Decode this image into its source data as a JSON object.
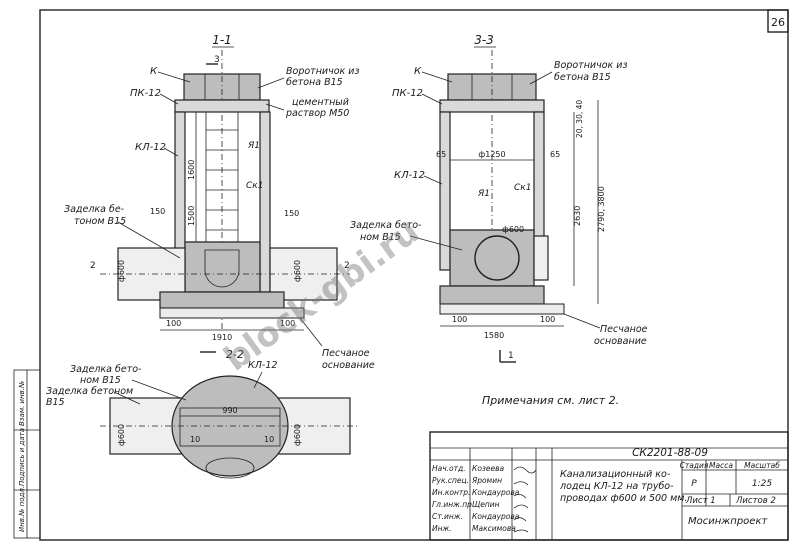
{
  "sheet": {
    "number": "26",
    "drawing_code": "СК2201-88-09",
    "title_lines": [
      "Канализационный ко-",
      "лодец КЛ-12 на трубо-",
      "проводах ф600 и 500 мм."
    ],
    "headers": {
      "stage": "Стадия",
      "mass": "Масса",
      "scale": "Масштаб"
    },
    "stage_value": "Р",
    "scale_value": "1:25",
    "sheet_label": "Лист 1",
    "sheets_label": "Листов 2",
    "organization": "Мосинжпроект",
    "notes": "Примечания см. лист 2.",
    "watermark": "block-gbi.ru",
    "margin_stamp": [
      "Инв.№ подл.",
      "Подпись и дата",
      "Взам. инв.№"
    ]
  },
  "signatures": [
    {
      "role": "Нач.отд.",
      "name": "Козеева"
    },
    {
      "role": "Рук.спец.",
      "name": "Яромин"
    },
    {
      "role": "Ин.контр.",
      "name": "Кондаурова"
    },
    {
      "role": "Гл.инж.пр.",
      "name": "Щепин"
    },
    {
      "role": "Ст.инж.",
      "name": "Кондаурова"
    },
    {
      "role": "Инж.",
      "name": "Максимова"
    }
  ],
  "section_1_1": {
    "title": "1-1",
    "cut_label": "3",
    "k_label": "К",
    "pk_label": "ПК-12",
    "kl_label": "КЛ-12",
    "neck_label": [
      "Воротничок из",
      "бетона В15"
    ],
    "mortar_label": [
      "цементный",
      "раствор М50"
    ],
    "seal_label": [
      "Заделка бе-",
      "тоном В15"
    ],
    "ck_label": "Ск1",
    "r_label": "Я1",
    "dims": {
      "h1": "1600",
      "h2": "1500",
      "w150a": "150",
      "w150b": "150",
      "pipe": "ф600",
      "base": "1910",
      "b100a": "100",
      "b100b": "100",
      "cut2": "2"
    },
    "sand_label": [
      "Песчаное",
      "основание"
    ]
  },
  "section_3_3": {
    "title": "3-3",
    "k_label": "К",
    "pk_label": "ПК-12",
    "kl_label": "КЛ-12",
    "neck_label": [
      "Воротничок из",
      "бетона В15"
    ],
    "seal_label": [
      "Заделка бето-",
      "ном В15"
    ],
    "ck_label": "Ск1",
    "r_label": "Я1",
    "dims": {
      "d": "ф1250",
      "w65a": "65",
      "w65b": "65",
      "h_total": "2790, 3800",
      "h_in": "2630",
      "top": "20, 30, 40",
      "pipe": "ф600",
      "base": "1580",
      "b100a": "100",
      "b100b": "100",
      "cut1": "1"
    },
    "sand_label": [
      "Песчаное",
      "основание"
    ]
  },
  "section_2_2": {
    "title": "2-2",
    "kl_label": "КЛ-12",
    "seal_top": [
      "Заделка бето-",
      "ном В15"
    ],
    "seal_left": [
      "Заделка бетоном",
      "В15"
    ],
    "dims": {
      "len": "990",
      "w10a": "10",
      "w10b": "10",
      "pipe_l": "ф600",
      "pipe_r": "ф600"
    }
  },
  "colors": {
    "ink": "#1a1a1a",
    "fill": "#d9d9d9"
  }
}
